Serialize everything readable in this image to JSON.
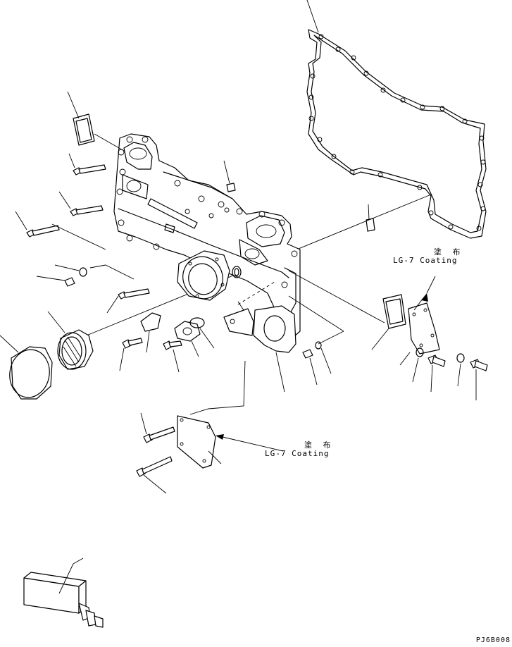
{
  "notes": [
    {
      "jp": "塗 布",
      "en": "LG-7 Coating"
    },
    {
      "jp": "塗 布",
      "en": "LG-7 Coating"
    }
  ],
  "drawing_code": "PJ6B008"
}
